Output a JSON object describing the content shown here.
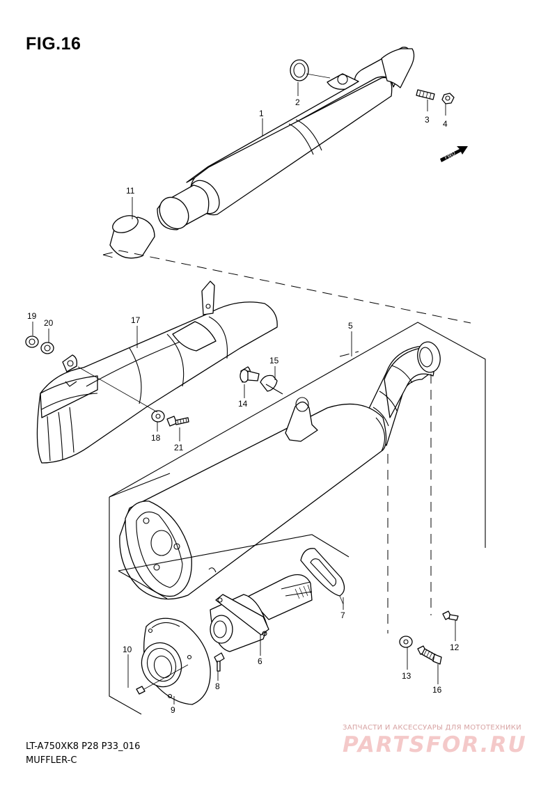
{
  "figure": {
    "title": "FIG.16"
  },
  "footer": {
    "model_code": "LT-A750XK8 P28 P33_016",
    "section_name": "MUFFLER-C"
  },
  "watermark": {
    "tagline": "ЗАПЧАСТИ И АКСЕССУАРЫ ДЛЯ МОТОТЕХНИКИ",
    "brand": "PARTSFOR.RU",
    "color": "#f4c9c9"
  },
  "direction_tag": {
    "text": "FWD"
  },
  "callouts": [
    "1",
    "2",
    "3",
    "4",
    "5",
    "6",
    "7",
    "8",
    "9",
    "10",
    "11",
    "12",
    "13",
    "14",
    "15",
    "16",
    "17",
    "18",
    "19",
    "20",
    "21"
  ]
}
